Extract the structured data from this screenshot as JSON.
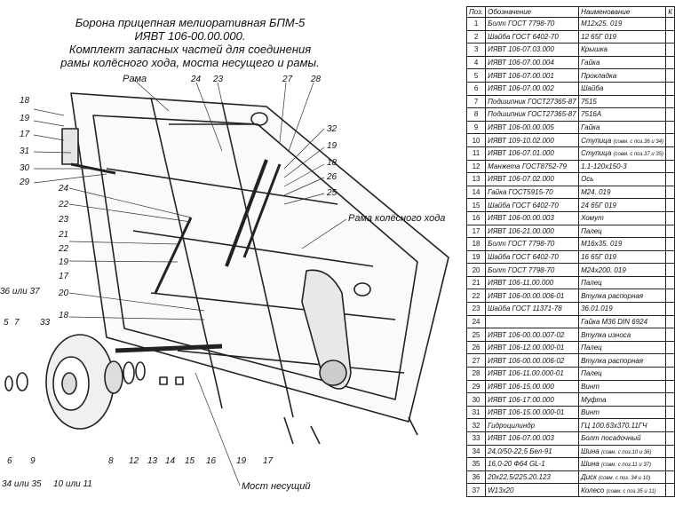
{
  "title": {
    "line1": "Борона прицепная мелиоративная БПМ-5",
    "line2": "ИЯВТ 106-00.00.000.",
    "line3": "Комплект запасных частей для соединения",
    "line4": "рамы колёсного хода, моста несущего и рамы."
  },
  "labels": {
    "rama": "Рама",
    "rama_kolesnogo_hoda": "Рама колёсного хода",
    "most_nesushchiy": "Мост несущий",
    "n34_35": "34 или 35",
    "n10_11": "10 или 11",
    "n36_37": "36 или 37",
    "left_col": [
      "18",
      "19",
      "17",
      "31",
      "30",
      "29"
    ],
    "top_row": [
      "24",
      "23",
      "27",
      "28"
    ],
    "right_col": [
      "32",
      "19",
      "18",
      "26",
      "25"
    ],
    "mid_left": [
      "24",
      "22",
      "23",
      "21",
      "22",
      "19",
      "17",
      "20",
      "18"
    ],
    "left_small": [
      "5",
      "7",
      "33"
    ],
    "bottom_row": [
      "6",
      "9",
      "8",
      "12",
      "13",
      "14",
      "15",
      "16",
      "19",
      "17"
    ]
  },
  "table": {
    "headers": [
      "Поз.",
      "Обозначение",
      "Наименование",
      "К"
    ],
    "rows": [
      [
        "1",
        "Болт ГОСТ 7798-70",
        "М12х25. 019"
      ],
      [
        "2",
        "Шайба ГОСТ 6402-70",
        "12 65Г 019"
      ],
      [
        "3",
        "ИЯВТ 106-07.03.000",
        "Крышка"
      ],
      [
        "4",
        "ИЯВТ 106-07.00.004",
        "Гайка"
      ],
      [
        "5",
        "ИЯВТ 106-07.00.001",
        "Прокладка"
      ],
      [
        "6",
        "ИЯВТ 106-07.00.002",
        "Шайба"
      ],
      [
        "7",
        "Подшипник ГОСТ27365-87",
        "7515"
      ],
      [
        "8",
        "Подшипник ГОСТ27365-87",
        "7516А"
      ],
      [
        "9",
        "ИЯВТ 106-00.00.005",
        "Гайка"
      ],
      [
        "10",
        "ИЯВТ 109-10.02.000",
        "Ступица",
        "(совм. с поз.36 и 34)"
      ],
      [
        "11",
        "ИЯВТ 106-07.01.000",
        "Ступица",
        "(совм. с поз.37 и 35)"
      ],
      [
        "12",
        "Манжета ГОСТ8752-79",
        "1.1-120х150-3"
      ],
      [
        "13",
        "ИЯВТ 106-07.02.000",
        "Ось"
      ],
      [
        "14",
        "Гайка ГОСТ5915-70",
        "М24. 019"
      ],
      [
        "15",
        "Шайба ГОСТ 6402-70",
        "24 65Г 019"
      ],
      [
        "16",
        "ИЯВТ 106-00.00.003",
        "Хомут"
      ],
      [
        "17",
        "ИЯВТ 106-21.00.000",
        "Палец"
      ],
      [
        "18",
        "Болт ГОСТ 7798-70",
        "М16х35. 019"
      ],
      [
        "19",
        "Шайба ГОСТ 6402-70",
        "16 65Г 019"
      ],
      [
        "20",
        "Болт ГОСТ 7798-70",
        "М24х200. 019"
      ],
      [
        "21",
        "ИЯВТ 106-11.00.000",
        "Палец"
      ],
      [
        "22",
        "ИЯВТ 106-00.00.006-01",
        "Втулка распорная"
      ],
      [
        "23",
        "Шайба ГОСТ 11371-78",
        "36.01.019"
      ],
      [
        "24",
        "",
        "Гайка М36 DIN 6924"
      ],
      [
        "25",
        "ИЯВТ 106-00.00.007-02",
        "Втулка износа"
      ],
      [
        "26",
        "ИЯВТ 106-12.00.000-01",
        "Палец"
      ],
      [
        "27",
        "ИЯВТ 106-00.00.006-02",
        "Втулка распорная"
      ],
      [
        "28",
        "ИЯВТ 106-11.00.000-01",
        "Палец"
      ],
      [
        "29",
        "ИЯВТ 106-15.00.000",
        "Винт"
      ],
      [
        "30",
        "ИЯВТ 106-17.00.000",
        "Муфта"
      ],
      [
        "31",
        "ИЯВТ 106-15.00.000-01",
        "Винт"
      ],
      [
        "32",
        "Гидроцилиндр",
        "ГЦ 100.63х370.11ГЧ"
      ],
      [
        "33",
        "ИЯВТ 106-07.00.003",
        "Болт посадочный"
      ],
      [
        "34",
        "24,0/50-22,5 Бел-91",
        "Шина",
        "(совм. с поз.10 и 36)"
      ],
      [
        "35",
        "16,0-20 Ф64 GL-1",
        "Шина",
        "(совм. с поз.11 и 37)"
      ],
      [
        "36",
        "20х22,5/225.20.123",
        "Диск",
        "(совм. с поз. 34 и 10)"
      ],
      [
        "37",
        "W13х20",
        "Колесо",
        "(совм. с поз.35 и 11)"
      ]
    ]
  }
}
